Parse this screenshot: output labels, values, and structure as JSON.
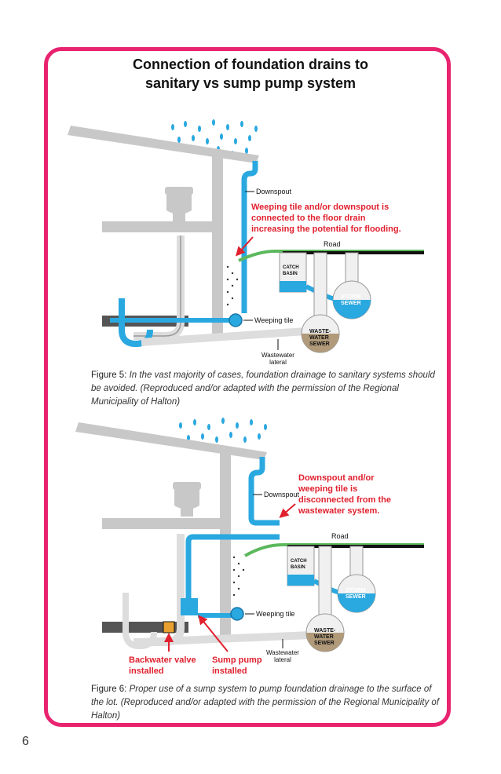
{
  "title": {
    "line1": "Connection of foundation drains to",
    "line2": "sanitary vs sump pump system"
  },
  "figure5": {
    "labels": {
      "downspout": "Downspout",
      "warning": [
        "Weeping tile and/or downspout is",
        "connected to the floor drain",
        "increasing the potential for flooding."
      ],
      "road": "Road",
      "catch_basin": [
        "CATCH",
        "BASIN"
      ],
      "storm_sewer": [
        "STORM",
        "SEWER"
      ],
      "weeping_tile": "Weeping tile",
      "wastewater_sewer": [
        "WASTE-",
        "WATER",
        "SEWER"
      ],
      "wastewater_lateral": [
        "Wastewater",
        "lateral"
      ]
    },
    "caption_lead": "Figure 5:",
    "caption_text": " In the vast majority of cases, foundation drainage to sanitary systems should be avoided. (Reproduced and/or adapted with the permission of the Regional Municipality of Halton)"
  },
  "figure6": {
    "labels": {
      "downspout": "Downspout",
      "warning": [
        "Downspout and/or",
        "weeping tile is",
        "disconnected from the",
        "wastewater system."
      ],
      "road": "Road",
      "catch_basin": [
        "CATCH",
        "BASIN"
      ],
      "storm_sewer": [
        "STORM",
        "SEWER"
      ],
      "weeping_tile": "Weeping tile",
      "wastewater_sewer": [
        "WASTE-",
        "WATER",
        "SEWER"
      ],
      "wastewater_lateral": [
        "Wastewater",
        "lateral"
      ],
      "backwater_valve": [
        "Backwater valve",
        "installed"
      ],
      "sump_pump": [
        "Sump pump",
        "installed"
      ]
    },
    "caption_lead": "Figure 6:",
    "caption_text": " Proper use of a sump system to pump foundation drainage to the surface of the lot. (Reproduced and/or adapted with the permission of the Regional Municipality of Halton)"
  },
  "page_number": "6",
  "colors": {
    "frame": "#e8236f",
    "water": "#2aa8e0",
    "warning_red": "#e0202e",
    "sewage": "#b09a7a",
    "grass": "#5cb85c",
    "wall": "#c8c8c8"
  }
}
